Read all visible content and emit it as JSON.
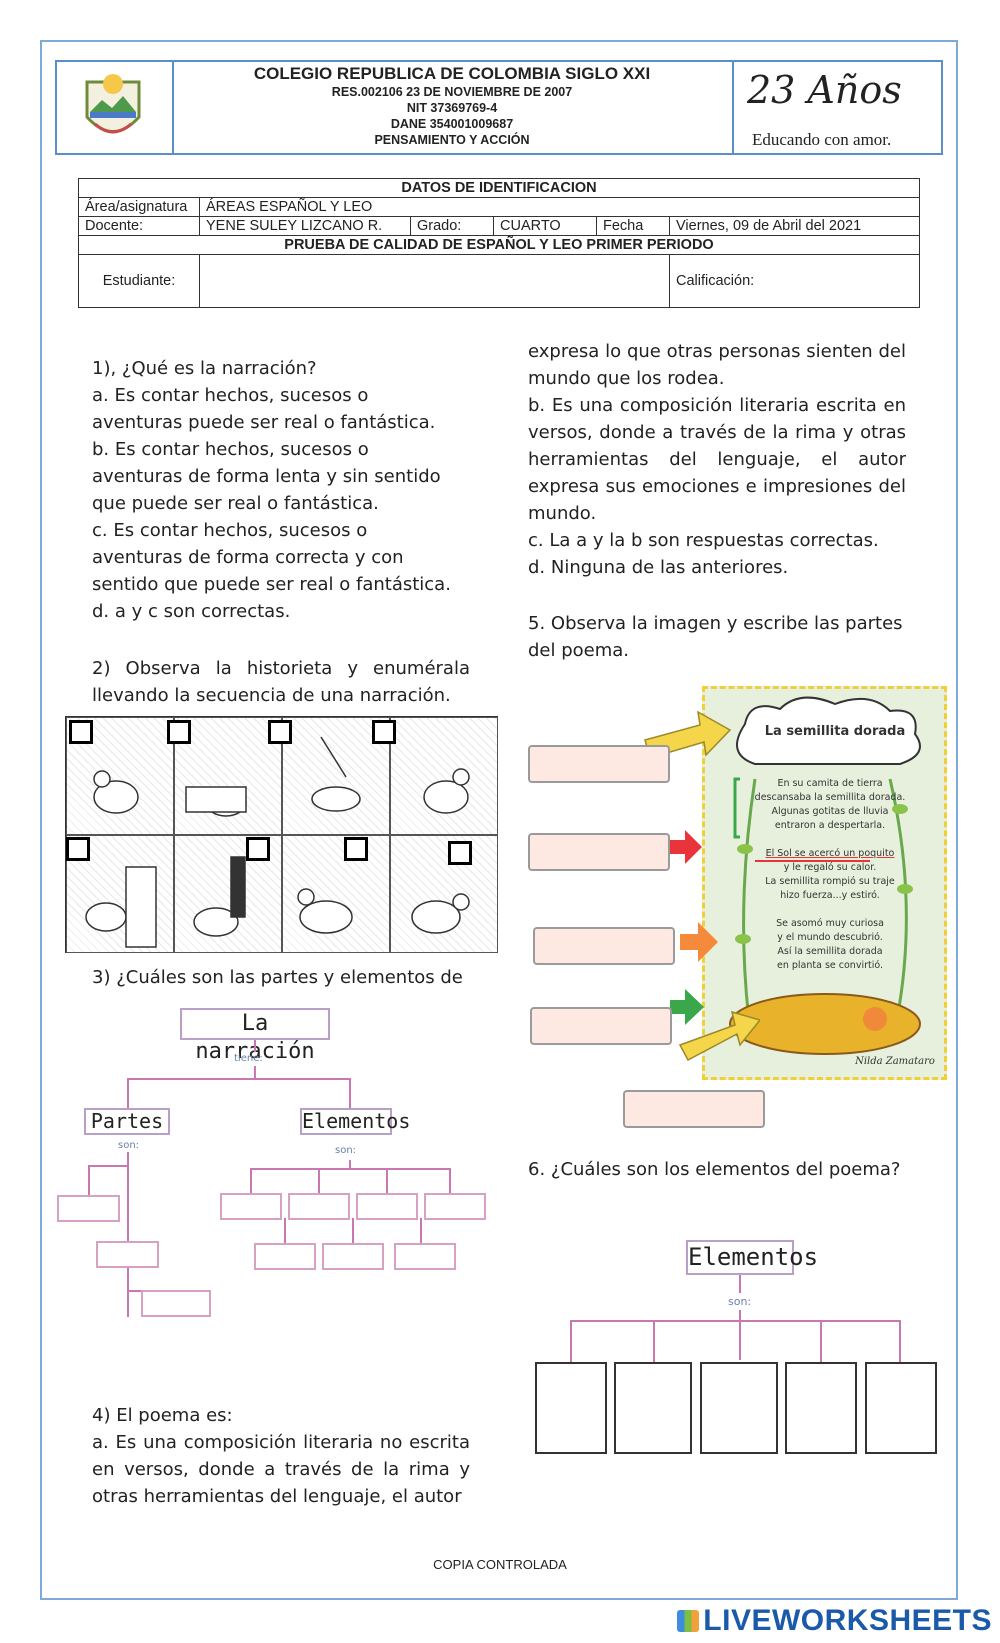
{
  "header": {
    "school_name": "COLEGIO REPUBLICA DE COLOMBIA SIGLO XXI",
    "resolution": "RES.002106 23 DE NOVIEMBRE DE 2007",
    "nit": "NIT 37369769-4",
    "dane": "DANE 354001009687",
    "motto_top": "PENSAMIENTO Y ACCIÓN",
    "anniversary": "23 Años",
    "tagline": "Educando con amor."
  },
  "id_table": {
    "title": "DATOS DE IDENTIFICACION",
    "area_label": "Área/asignatura",
    "area_value": "ÁREAS ESPAÑOL Y LEO",
    "teacher_label": "Docente:",
    "teacher_value": "YENE SULEY LIZCANO R.",
    "grade_label": "Grado:",
    "grade_value": "CUARTO",
    "date_label": "Fecha",
    "date_value": "Viernes, 09 de Abril del 2021",
    "test_title": "PRUEBA DE CALIDAD DE ESPAÑOL Y LEO PRIMER  PERIODO",
    "student_label": "Estudiante:",
    "score_label": "Calificación:"
  },
  "q1": {
    "question": "1), ¿Qué es la narración?",
    "a": "a. Es contar hechos, sucesos o aventuras puede ser real o fantástica.",
    "b": "b. Es contar hechos, sucesos o aventuras de forma lenta y sin sentido que puede ser real o fantástica.",
    "c": "c. Es contar hechos, sucesos o aventuras de forma correcta y con sentido que puede ser real o fantástica.",
    "d": "d. a y c son correctas."
  },
  "q2": {
    "question": "2) Observa la historieta y enumérala llevando la secuencia de una narración."
  },
  "q3": {
    "question": "3) ¿Cuáles son las partes y elementos de",
    "root": "La narración",
    "root_link": "tiene:",
    "left": "Partes",
    "left_link": "son:",
    "right": "Elementos",
    "right_link": "son:"
  },
  "q4": {
    "question": "4) El poema es:",
    "a": "a. Es una composición literaria no escrita en versos, donde a través de la rima y otras herramientas del lenguaje, el autor",
    "a_cont": "expresa lo que otras personas sienten del mundo que los rodea.",
    "b": "b. Es una composición literaria escrita en versos, donde a través de la rima y otras herramientas del lenguaje, el autor expresa sus emociones e impresiones del mundo.",
    "c": "c. La a y la b son  respuestas correctas.",
    "d": "d. Ninguna de las anteriores."
  },
  "q5": {
    "question": "5. Observa la imagen y escribe las partes del poema.",
    "poem_title": "La semillita dorada",
    "stanza1": "En su camita de tierra\ndescansaba la semillita dorada.\nAlgunas gotitas de lluvia\nentraron a despertarla.",
    "stanza2_underlined": "El Sol se acercó un poquito",
    "stanza2_rest": "y le regaló su calor.\nLa semillita rompió su traje\nhizo fuerza...y estiró.",
    "stanza3": "Se asomó muy curiosa\ny el mundo descubrió.\nAsí la semillita dorada\nen planta se convirtió.",
    "author": "Nilda Zamataro"
  },
  "q6": {
    "question": "6. ¿Cuáles son los elementos del poema?",
    "root": "Elementos",
    "root_link": "son:"
  },
  "footer": {
    "controlled_copy": "COPIA CONTROLADA",
    "brand": "LIVEWORKSHEETS"
  },
  "colors": {
    "frame": "#7fa9d6",
    "arrow_yellow": "#f5d54a",
    "arrow_red": "#e8343a",
    "arrow_orange": "#f58a3a",
    "arrow_green": "#3aa84a"
  }
}
